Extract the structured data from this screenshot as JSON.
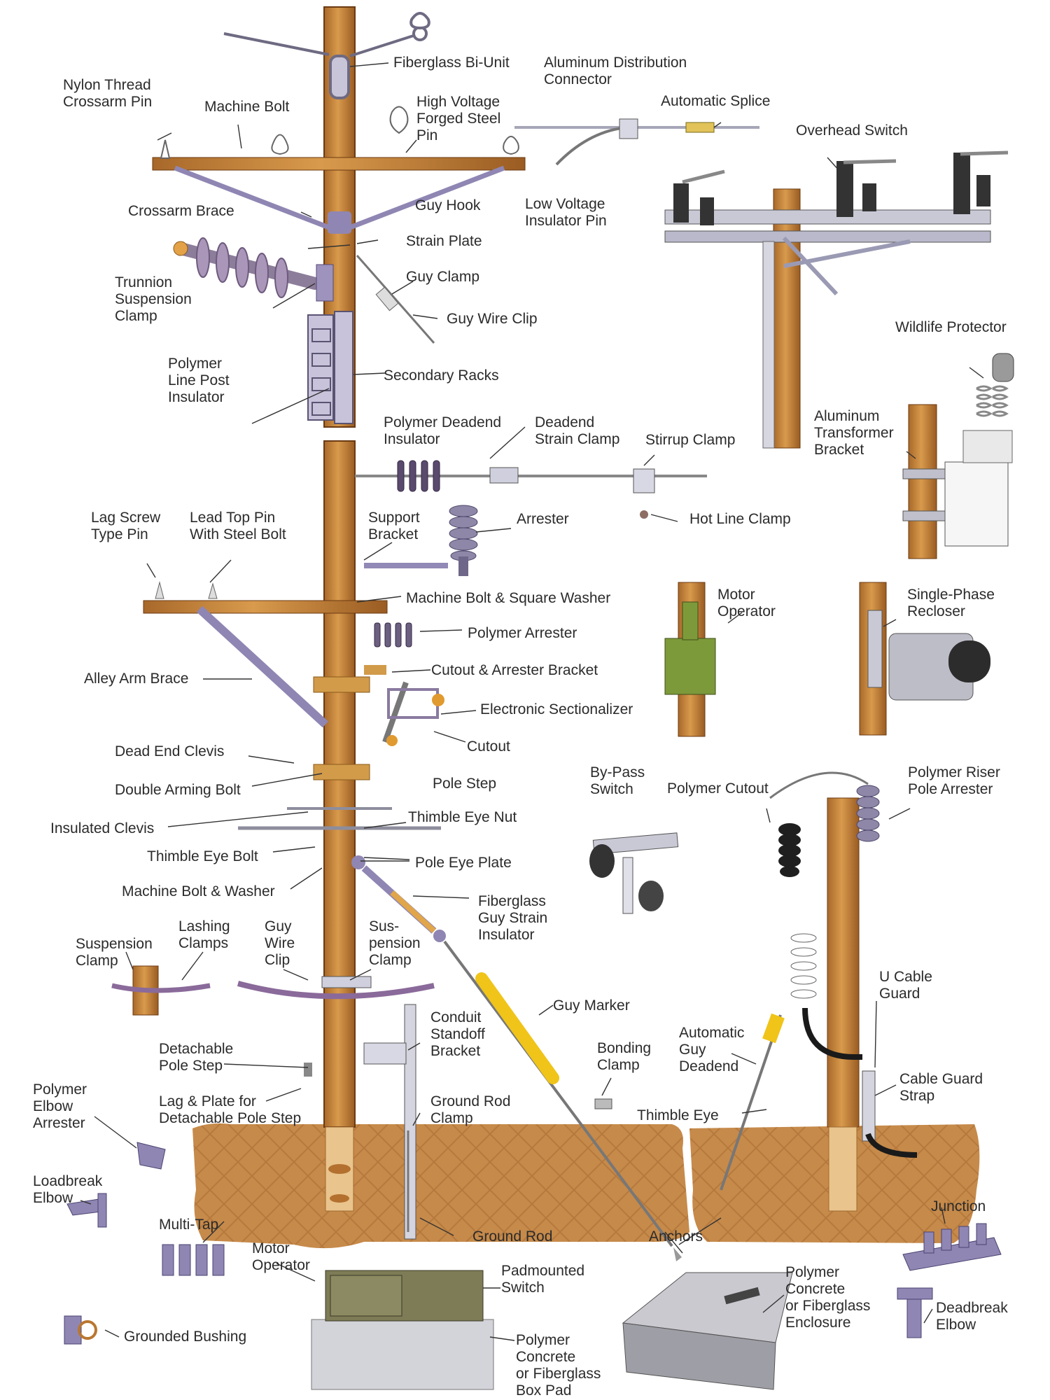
{
  "diagram": {
    "labels": {
      "fiberglass_bi_unit": "Fiberglass Bi-Unit",
      "aluminum_distribution_connector": "Aluminum Distribution\nConnector",
      "nylon_thread_crossarm_pin": "Nylon Thread\nCrossarm Pin",
      "machine_bolt": "Machine Bolt",
      "high_voltage_forged_steel_pin": "High Voltage\nForged Steel\nPin",
      "automatic_splice": "Automatic Splice",
      "overhead_switch": "Overhead Switch",
      "crossarm_brace": "Crossarm Brace",
      "guy_hook": "Guy Hook",
      "low_voltage_insulator_pin": "Low Voltage\nInsulator Pin",
      "strain_plate": "Strain Plate",
      "trunnion_suspension_clamp": "Trunnion\nSuspension\nClamp",
      "guy_clamp": "Guy Clamp",
      "guy_wire_clip_top": "Guy Wire Clip",
      "wildlife_protector": "Wildlife Protector",
      "polymer_line_post_insulator": "Polymer\nLine Post\nInsulator",
      "secondary_racks": "Secondary Racks",
      "aluminum_transformer_bracket": "Aluminum\nTransformer\nBracket",
      "polymer_deadend_insulator": "Polymer Deadend\nInsulator",
      "deadend_strain_clamp": "Deadend\nStrain Clamp",
      "stirrup_clamp": "Stirrup Clamp",
      "lag_screw_type_pin": "Lag Screw\nType Pin",
      "lead_top_pin_with_steel_bolt": "Lead Top Pin\nWith Steel Bolt",
      "support_bracket": "Support\nBracket",
      "arrester": "Arrester",
      "hot_line_clamp": "Hot Line Clamp",
      "machine_bolt_square_washer": "Machine Bolt & Square Washer",
      "motor_operator_top": "Motor\nOperator",
      "single_phase_recloser": "Single-Phase\nRecloser",
      "polymer_arrester": "Polymer Arrester",
      "alley_arm_brace": "Alley Arm Brace",
      "cutout_arrester_bracket": "Cutout & Arrester Bracket",
      "electronic_sectionalizer": "Electronic Sectionalizer",
      "cutout": "Cutout",
      "dead_end_clevis": "Dead End Clevis",
      "by_pass_switch": "By-Pass\nSwitch",
      "polymer_cutout": "Polymer Cutout",
      "polymer_riser_pole_arrester": "Polymer Riser\nPole Arrester",
      "pole_step": "Pole Step",
      "double_arming_bolt": "Double Arming Bolt",
      "thimble_eye_nut": "Thimble Eye Nut",
      "insulated_clevis": "Insulated Clevis",
      "thimble_eye_bolt": "Thimble Eye Bolt",
      "pole_eye_plate": "Pole Eye Plate",
      "machine_bolt_washer": "Machine Bolt & Washer",
      "fiberglass_guy_strain_insulator": "Fiberglass\nGuy Strain\nInsulator",
      "suspension_clamp": "Suspension\nClamp",
      "lashing_clamps": "Lashing\nClamps",
      "guy_wire_clip_bottom": "Guy\nWire\nClip",
      "sus_pension_clamp": "Sus-\npension\nClamp",
      "u_cable_guard": "U Cable\nGuard",
      "guy_marker": "Guy Marker",
      "conduit_standoff_bracket": "Conduit\nStandoff\nBracket",
      "automatic_guy_deadend": "Automatic\nGuy\nDeadend",
      "bonding_clamp": "Bonding\nClamp",
      "detachable_pole_step": "Detachable\nPole Step",
      "cable_guard_strap": "Cable Guard\nStrap",
      "polymer_elbow_arrester": "Polymer\nElbow\nArrester",
      "lag_plate_detachable_pole_step": "Lag & Plate for\nDetachable Pole Step",
      "ground_rod_clamp": "Ground Rod\nClamp",
      "thimble_eye": "Thimble Eye",
      "loadbreak_elbow": "Loadbreak\nElbow",
      "junction": "Junction",
      "multi_tap": "Multi-Tap",
      "ground_rod": "Ground Rod",
      "anchors": "Anchors",
      "motor_operator_bottom": "Motor\nOperator",
      "padmounted_switch": "Padmounted\nSwitch",
      "polymer_concrete_fiberglass_enclosure": "Polymer\nConcrete\nor Fiberglass\nEnclosure",
      "deadbreak_elbow": "Deadbreak\nElbow",
      "grounded_bushing": "Grounded Bushing",
      "polymer_concrete_fiberglass_box_pad": "Polymer\nConcrete\nor Fiberglass\nBox Pad"
    },
    "colors": {
      "wood": "#c98a3c",
      "wood_dark": "#8a4e1c",
      "soil": "#c68a4a",
      "metal": "#b9b9c9",
      "hardware": "#8f86b3",
      "insulator": "#9a8aa8",
      "fiberglass_yellow": "#f0c419",
      "motor_green": "#7d9a3a",
      "text": "#2b2b2b"
    }
  }
}
